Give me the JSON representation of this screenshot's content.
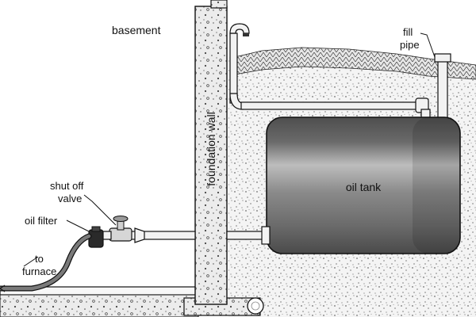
{
  "labels": {
    "basement": "basement",
    "foundation_wall": "foundation wall",
    "fill_pipe_line1": "fill",
    "fill_pipe_line2": "pipe",
    "oil_tank": "oil tank",
    "shut_off_line1": "shut off",
    "shut_off_line2": "valve",
    "oil_filter": "oil filter",
    "to_furnace_line1": "to",
    "to_furnace_line2": "furnace"
  },
  "colors": {
    "ink": "#111111",
    "soil_fill": "#f4f4f4",
    "concrete": "#ececec",
    "pipe_fill": "#f2f2f2",
    "tank_dark": "#4e4e4e",
    "tank_mid": "#8a8a8a",
    "tank_light": "#bdbdbd",
    "filter": "#2a2a2a",
    "supply_line": "#7a7a7a"
  },
  "icons": [
    "shutoff-valve-icon",
    "oil-filter-icon",
    "vent-pipe-icon",
    "fill-cap-icon",
    "floor-drain-icon"
  ]
}
